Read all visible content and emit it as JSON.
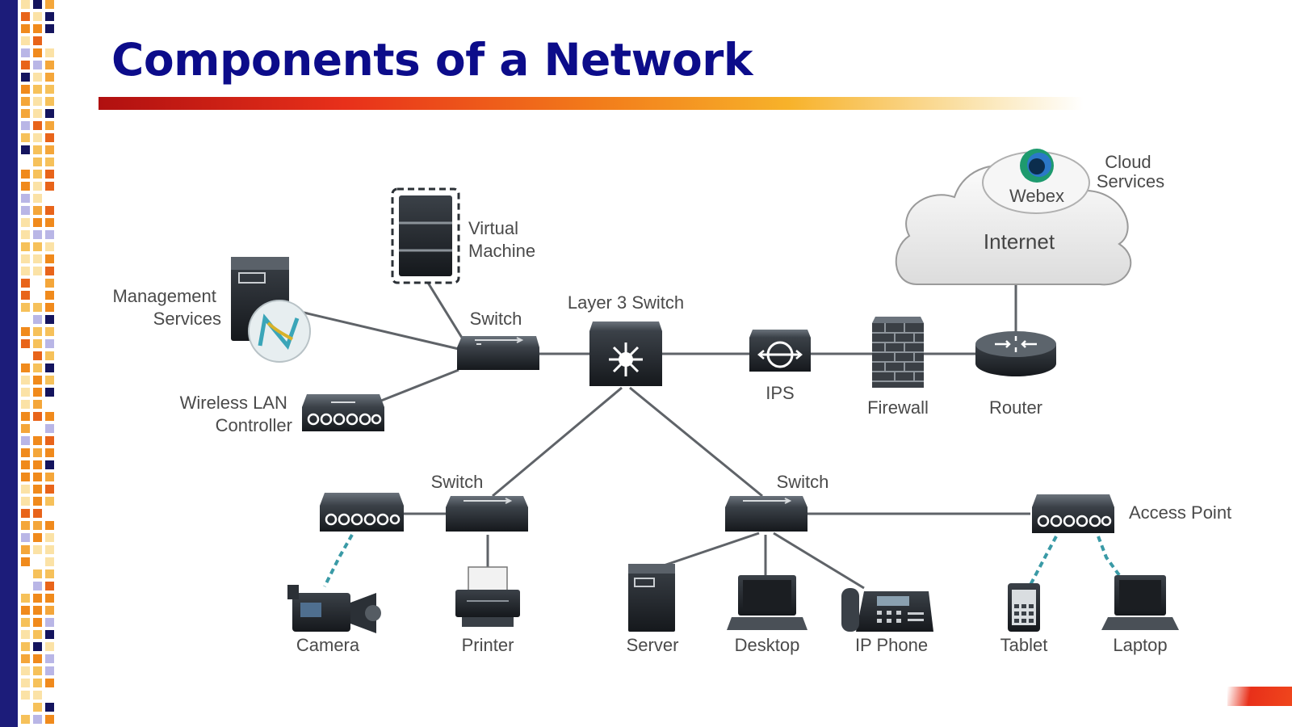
{
  "title": "Components of a Network",
  "colors": {
    "title": "#0c0c8a",
    "device": "#2b3036",
    "link": "#5f6368",
    "wireless": "#3a9aa6",
    "label": "#4a4a4a"
  },
  "cloud": {
    "label": "Internet",
    "service_label": "Webex",
    "caption": [
      "Cloud",
      "Services"
    ]
  },
  "nodes": {
    "management_services": [
      "Management",
      "Services"
    ],
    "virtual_machine": [
      "Virtual",
      "Machine"
    ],
    "core_switch": "Switch",
    "layer3_switch": "Layer 3 Switch",
    "wlc": [
      "Wireless LAN",
      "Controller"
    ],
    "ips": "IPS",
    "firewall": "Firewall",
    "router": "Router",
    "left_switch": "Switch",
    "right_switch": "Switch",
    "access_point": "Access Point",
    "camera": "Camera",
    "printer": "Printer",
    "server": "Server",
    "desktop": "Desktop",
    "ip_phone": "IP Phone",
    "tablet": "Tablet",
    "laptop": "Laptop"
  }
}
